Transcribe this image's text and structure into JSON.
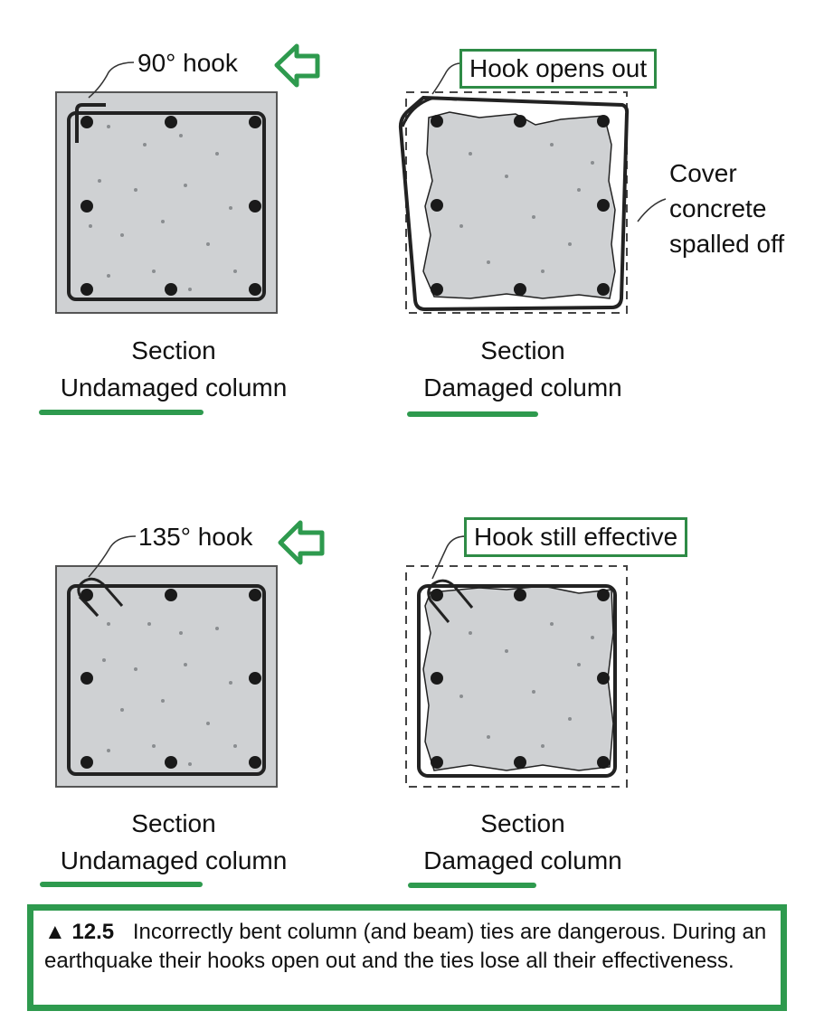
{
  "top_row": {
    "left": {
      "hook_label": "90° hook",
      "caption_line1": "Section",
      "caption_line2": "Undamaged column"
    },
    "right": {
      "callout": "Hook opens out",
      "side_label_lines": [
        "Cover",
        "concrete",
        "spalled off"
      ],
      "caption_line1": "Section",
      "caption_line2": "Damaged column"
    }
  },
  "bottom_row": {
    "left": {
      "hook_label": "135° hook",
      "caption_line1": "Section",
      "caption_line2": "Undamaged column"
    },
    "right": {
      "callout": "Hook still effective",
      "caption_line1": "Section",
      "caption_line2": "Damaged column"
    }
  },
  "figure_note": {
    "marker": "▲",
    "number": "12.5",
    "text": "Incorrectly bent column (and beam) ties are dangerous. During an earthquake their hooks open out and the ties lose all their effectiveness."
  },
  "colors": {
    "accent_green": "#2e9a4e",
    "concrete_gray": "#cfd1d3",
    "steel": "#222222"
  }
}
